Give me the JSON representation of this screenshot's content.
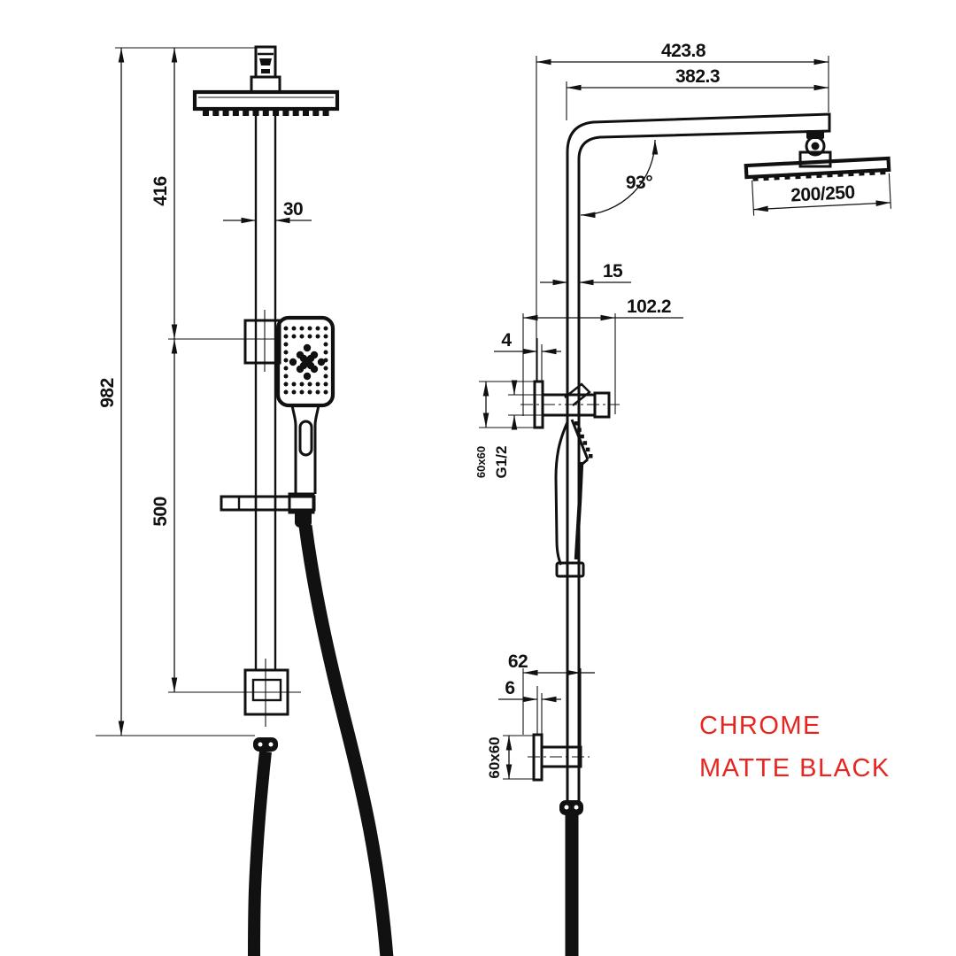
{
  "drawing": {
    "front_view": {
      "total_height": "982",
      "upper_height": "416",
      "lower_height": "500",
      "rail_width": "30"
    },
    "side_view": {
      "total_reach": "423.8",
      "arm_reach": "382.3",
      "arm_angle": "93°",
      "head_size": "200/250",
      "rail_depth": "15",
      "holder_reach": "102.2",
      "wall_gap": "4",
      "inlet_thread": "G1/2",
      "upper_bracket_size": "60x60",
      "bottom_bracket_reach": "62",
      "flange_thickness": "6",
      "bottom_bracket_size": "60x60"
    },
    "finish_options": [
      "CHROME",
      "MATTE BLACK"
    ],
    "colors": {
      "line": "#111111",
      "finish_label": "#e8251f",
      "background": "#ffffff"
    }
  }
}
